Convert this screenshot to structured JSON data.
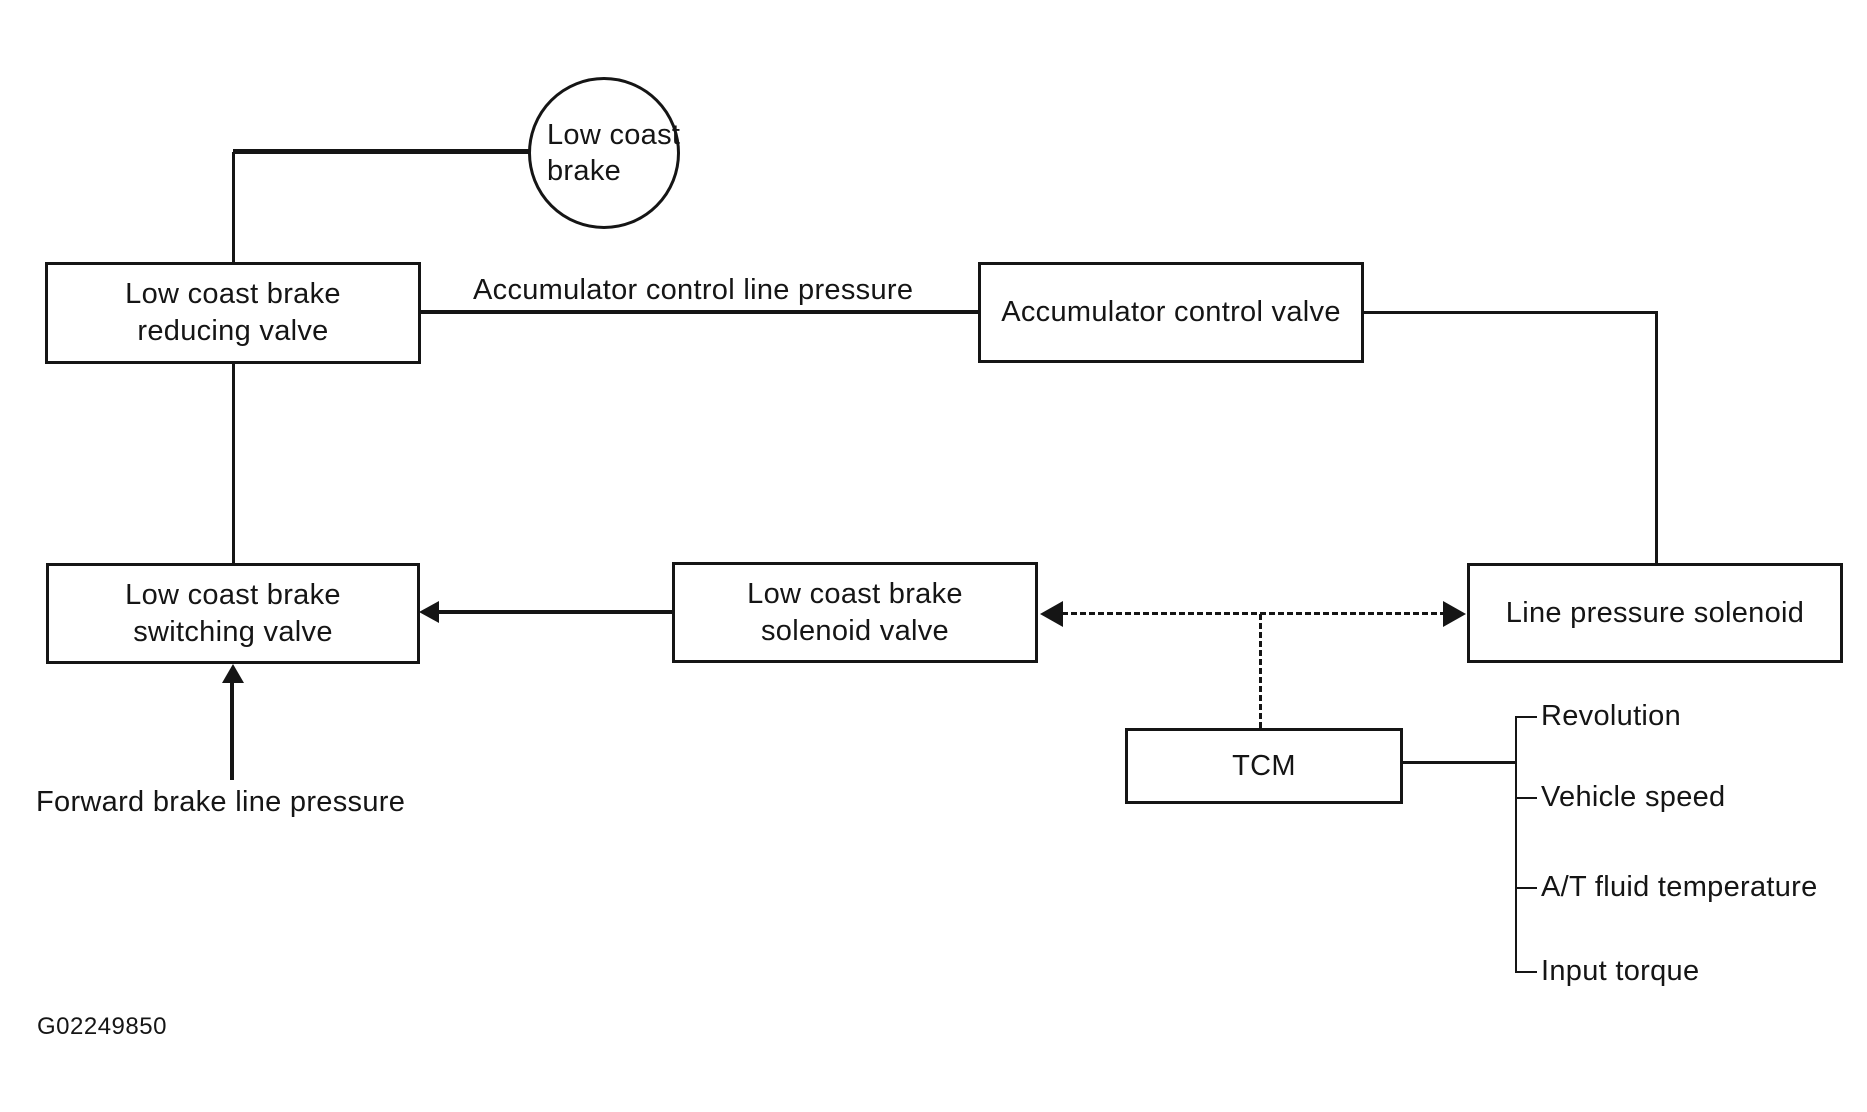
{
  "diagram": {
    "circle": {
      "line1": "Low coast",
      "line2": "brake"
    },
    "boxes": {
      "reducing_valve": {
        "line1": "Low coast brake",
        "line2": "reducing valve"
      },
      "accumulator_valve": {
        "label": "Accumulator control valve"
      },
      "switching_valve": {
        "line1": "Low coast brake",
        "line2": "switching valve"
      },
      "solenoid_valve": {
        "line1": "Low coast brake",
        "line2": "solenoid valve"
      },
      "line_pressure_solenoid": {
        "label": "Line pressure solenoid"
      },
      "tcm": {
        "label": "TCM"
      }
    },
    "edge_labels": {
      "accumulator_control_line": "Accumulator control line pressure",
      "forward_brake_line": "Forward brake line pressure"
    },
    "tcm_inputs": [
      "Revolution",
      "Vehicle speed",
      "A/T fluid temperature",
      "Input torque"
    ],
    "footer_code": "G02249850",
    "colors": {
      "ink": "#151515",
      "background": "#ffffff"
    }
  }
}
